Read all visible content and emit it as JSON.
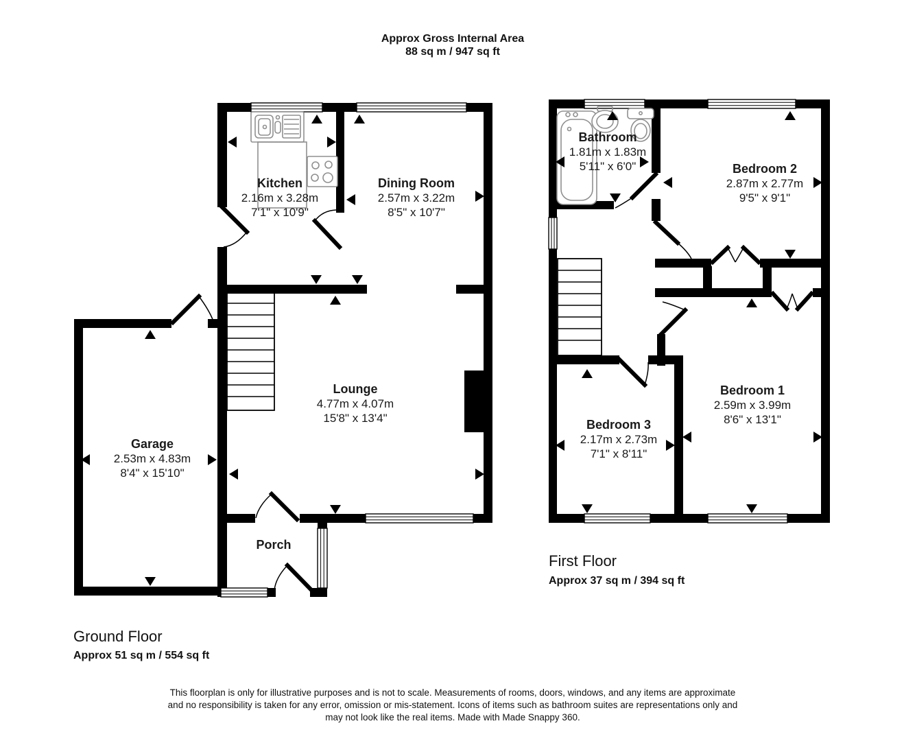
{
  "header": {
    "title_line1": "Approx Gross Internal Area",
    "title_line2": "88 sq m / 947 sq ft"
  },
  "ground_floor": {
    "label": "Ground Floor",
    "area": "Approx 51 sq m / 554 sq ft",
    "rooms": {
      "kitchen": {
        "name": "Kitchen",
        "metric": "2.16m x 3.28m",
        "imperial": "7'1\" x 10'9\""
      },
      "dining_room": {
        "name": "Dining Room",
        "metric": "2.57m x 3.22m",
        "imperial": "8'5\" x 10'7\""
      },
      "lounge": {
        "name": "Lounge",
        "metric": "4.77m x 4.07m",
        "imperial": "15'8\" x 13'4\""
      },
      "garage": {
        "name": "Garage",
        "metric": "2.53m x 4.83m",
        "imperial": "8'4\" x 15'10\""
      },
      "porch": {
        "name": "Porch"
      }
    }
  },
  "first_floor": {
    "label": "First Floor",
    "area": "Approx 37 sq m / 394 sq ft",
    "rooms": {
      "bathroom": {
        "name": "Bathroom",
        "metric": "1.81m x 1.83m",
        "imperial": "5'11\" x 6'0\""
      },
      "bedroom2": {
        "name": "Bedroom 2",
        "metric": "2.87m x 2.77m",
        "imperial": "9'5\" x 9'1\""
      },
      "bedroom1": {
        "name": "Bedroom 1",
        "metric": "2.59m x 3.99m",
        "imperial": "8'6\" x 13'1\""
      },
      "bedroom3": {
        "name": "Bedroom 3",
        "metric": "2.17m x 2.73m",
        "imperial": "7'1\" x 8'11\""
      }
    }
  },
  "disclaimer": {
    "line1": "This floorplan is only for illustrative purposes and is not to scale. Measurements of rooms, doors, windows, and any items are approximate",
    "line2": "and no responsibility is taken for any error, omission or mis-statement. Icons of items such as bathroom suites are representations only and",
    "line3": "may not look like the real items. Made with Made Snappy 360."
  },
  "colors": {
    "wall": "#000000",
    "background": "#ffffff",
    "fixture_outline": "#8f8f8f"
  }
}
